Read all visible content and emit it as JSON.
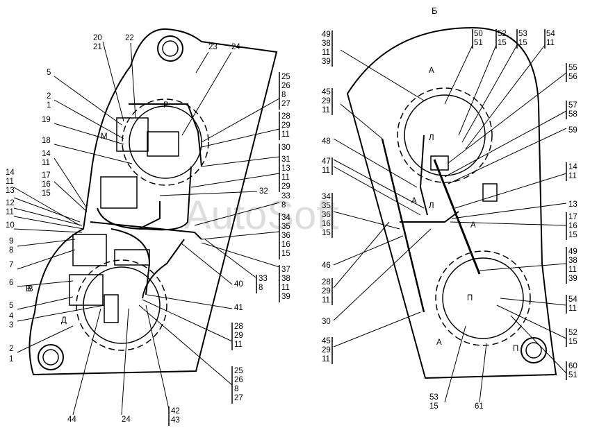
{
  "view_label": "Б",
  "watermark": "AutoSoft",
  "section_marks": [
    "А",
    "Л",
    "П",
    "Р",
    "М",
    "В",
    "Д"
  ],
  "callouts": {
    "left": [
      "20",
      "21",
      "22",
      "23",
      "24",
      "5",
      "2",
      "1",
      "19",
      "18",
      "14",
      "11",
      "17",
      "16",
      "15",
      "14",
      "11",
      "13",
      "12",
      "11",
      "10",
      "9",
      "8",
      "7",
      "6",
      "В",
      "5",
      "4",
      "3",
      "2",
      "1",
      "44",
      "24"
    ],
    "left_right_column": [
      "25",
      "26",
      "8",
      "27",
      "28",
      "29",
      "11",
      "30",
      "31",
      "13",
      "11",
      "29",
      "32",
      "33",
      "8",
      "34",
      "35",
      "36",
      "16",
      "15",
      "37",
      "38",
      "11",
      "39",
      "40",
      "33",
      "8",
      "41",
      "28",
      "29",
      "11",
      "25",
      "26",
      "8",
      "27",
      "42",
      "43"
    ],
    "right": [
      "49",
      "38",
      "11",
      "39",
      "45",
      "29",
      "11",
      "48",
      "47",
      "11",
      "34",
      "35",
      "36",
      "16",
      "15",
      "46",
      "28",
      "29",
      "11",
      "30",
      "45",
      "29",
      "11",
      "53",
      "15",
      "61"
    ],
    "right_column": [
      "50",
      "51",
      "52",
      "15",
      "53",
      "15",
      "54",
      "11",
      "55",
      "56",
      "57",
      "58",
      "59",
      "14",
      "11",
      "13",
      "17",
      "16",
      "15",
      "49",
      "38",
      "11",
      "39",
      "54",
      "11",
      "52",
      "15",
      "60",
      "51"
    ]
  }
}
